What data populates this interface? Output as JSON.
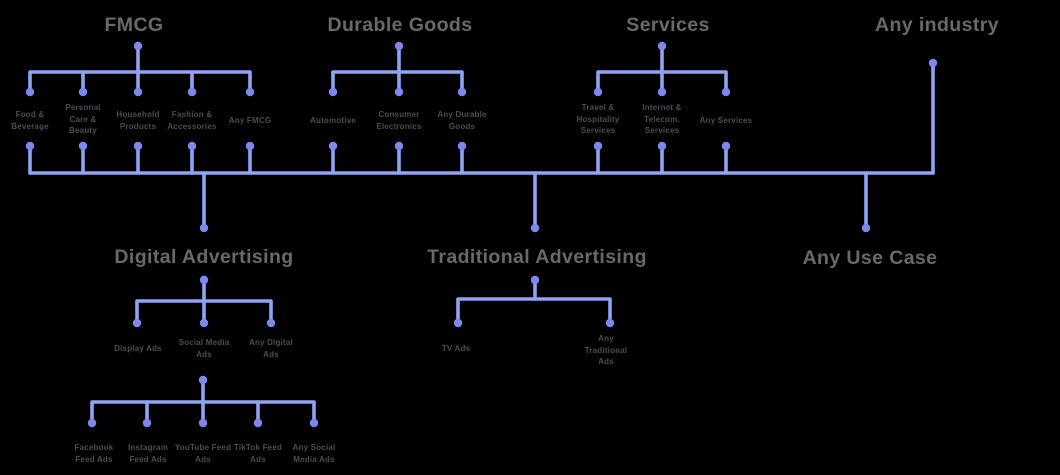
{
  "colors": {
    "connector_line": "#8fa4f4",
    "connector_dot": "#7d87ef",
    "heading_text": "#696969",
    "label_text": "#4c4c53",
    "background": "#000000"
  },
  "tree": {
    "industries": [
      {
        "label": "FMCG",
        "children": [
          "Food & Beverage",
          "Personal Care & Beauty",
          "Household Products",
          "Fashion & Accessories",
          "Any FMCG"
        ]
      },
      {
        "label": "Durable Goods",
        "children": [
          "Automotive",
          "Consumer Electronics",
          "Any Durable Goods"
        ]
      },
      {
        "label": "Services",
        "children": [
          "Travel & Hospitality Services",
          "Internet & Telecom. Services",
          "Any Services"
        ]
      },
      {
        "label": "Any industry",
        "children": []
      }
    ],
    "use_cases": [
      {
        "label": "Digital Advertising",
        "children": [
          "Display Ads",
          "Social Media Ads",
          "Any Digital Ads"
        ]
      },
      {
        "label": "Traditional Advertising",
        "children": [
          "TV Ads",
          "Any Traditional Ads"
        ]
      },
      {
        "label": "Any Use Case",
        "children": []
      }
    ],
    "social_media_ads_children": [
      "Facebook Feed Ads",
      "Instagram Feed Ads",
      "YouTube Feed Ads",
      "TikTok Feed Ads",
      "Any Social Media Ads"
    ]
  }
}
